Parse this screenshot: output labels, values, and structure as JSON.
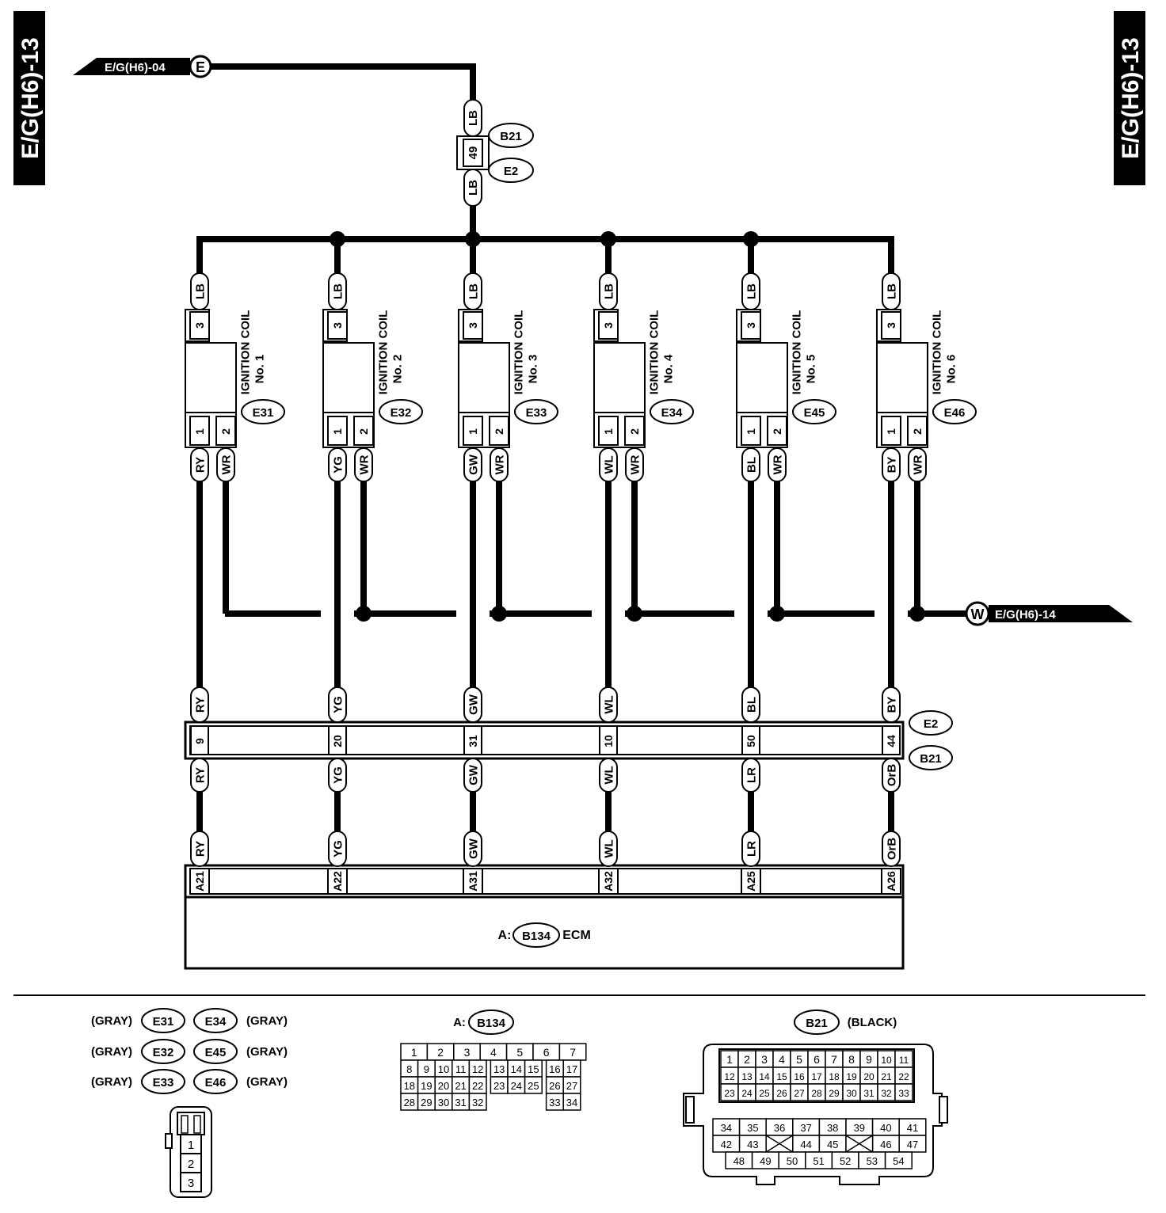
{
  "page_label": "E/G(H6)-13",
  "inputs": {
    "from_ref": "E/G(H6)-04",
    "from_symbol": "E",
    "to_ref": "E/G(H6)-14",
    "to_symbol": "W"
  },
  "feed": {
    "color_top": "LB",
    "pin": "49",
    "color_bottom": "LB",
    "connector_1": "B21",
    "connector_2": "E2"
  },
  "coils": [
    {
      "title": "IGNITION COIL",
      "number": "No. 1",
      "connector": "E31",
      "supply_color": "LB",
      "supply_pin": "3",
      "pin1": "1",
      "pin2": "2",
      "signal_color": "RY",
      "ground_color": "WR"
    },
    {
      "title": "IGNITION COIL",
      "number": "No. 2",
      "connector": "E32",
      "supply_color": "LB",
      "supply_pin": "3",
      "pin1": "1",
      "pin2": "2",
      "signal_color": "YG",
      "ground_color": "WR"
    },
    {
      "title": "IGNITION COIL",
      "number": "No. 3",
      "connector": "E33",
      "supply_color": "LB",
      "supply_pin": "3",
      "pin1": "1",
      "pin2": "2",
      "signal_color": "GW",
      "ground_color": "WR"
    },
    {
      "title": "IGNITION COIL",
      "number": "No. 4",
      "connector": "E34",
      "supply_color": "LB",
      "supply_pin": "3",
      "pin1": "1",
      "pin2": "2",
      "signal_color": "WL",
      "ground_color": "WR"
    },
    {
      "title": "IGNITION COIL",
      "number": "No. 5",
      "connector": "E45",
      "supply_color": "LB",
      "supply_pin": "3",
      "pin1": "1",
      "pin2": "2",
      "signal_color": "BL",
      "ground_color": "WR"
    },
    {
      "title": "IGNITION COIL",
      "number": "No. 6",
      "connector": "E46",
      "supply_color": "LB",
      "supply_pin": "3",
      "pin1": "1",
      "pin2": "2",
      "signal_color": "BY",
      "ground_color": "WR"
    }
  ],
  "junction": {
    "connector_1": "E2",
    "connector_2": "B21",
    "lines": [
      {
        "top_color": "RY",
        "pin": "9",
        "bottom_color": "RY"
      },
      {
        "top_color": "YG",
        "pin": "20",
        "bottom_color": "YG"
      },
      {
        "top_color": "GW",
        "pin": "31",
        "bottom_color": "GW"
      },
      {
        "top_color": "WL",
        "pin": "10",
        "bottom_color": "WL"
      },
      {
        "top_color": "BL",
        "pin": "50",
        "bottom_color": "LR"
      },
      {
        "top_color": "BY",
        "pin": "44",
        "bottom_color": "OrB"
      }
    ]
  },
  "ecm": {
    "prefix": "A:",
    "connector": "B134",
    "name": "ECM",
    "pins": [
      {
        "color": "RY",
        "pin": "A21"
      },
      {
        "color": "YG",
        "pin": "A22"
      },
      {
        "color": "GW",
        "pin": "A31"
      },
      {
        "color": "WL",
        "pin": "A32"
      },
      {
        "color": "LR",
        "pin": "A25"
      },
      {
        "color": "OrB",
        "pin": "A26"
      }
    ]
  },
  "legend": {
    "coil_connectors": [
      {
        "left_note": "(GRAY)",
        "left": "E31",
        "right": "E34",
        "right_note": "(GRAY)"
      },
      {
        "left_note": "(GRAY)",
        "left": "E32",
        "right": "E45",
        "right_note": "(GRAY)"
      },
      {
        "left_note": "(GRAY)",
        "left": "E33",
        "right": "E46",
        "right_note": "(GRAY)"
      }
    ],
    "coil_pins": [
      "1",
      "2",
      "3"
    ],
    "b134": {
      "prefix": "A:",
      "connector": "B134",
      "rows": [
        [
          "1",
          "2",
          "3",
          "4",
          "5",
          "6",
          "7"
        ],
        [
          "8",
          "9",
          "10",
          "11",
          "12",
          "13",
          "14",
          "15",
          "16",
          "17"
        ],
        [
          "18",
          "19",
          "20",
          "21",
          "22",
          "23",
          "24",
          "25",
          "26",
          "27"
        ],
        [
          "28",
          "29",
          "30",
          "31",
          "32",
          "33",
          "34"
        ]
      ]
    },
    "b21": {
      "connector": "B21",
      "note": "(BLACK)",
      "rows": [
        [
          "1",
          "2",
          "3",
          "4",
          "5",
          "6",
          "7",
          "8",
          "9",
          "10",
          "11"
        ],
        [
          "12",
          "13",
          "14",
          "15",
          "16",
          "17",
          "18",
          "19",
          "20",
          "21",
          "22"
        ],
        [
          "23",
          "24",
          "25",
          "26",
          "27",
          "28",
          "29",
          "30",
          "31",
          "32",
          "33"
        ],
        [
          "34",
          "35",
          "36",
          "37",
          "38",
          "39",
          "40",
          "41"
        ],
        [
          "42",
          "43",
          "44",
          "45",
          "46",
          "47"
        ],
        [
          "48",
          "49",
          "50",
          "51",
          "52",
          "53",
          "54"
        ]
      ]
    }
  }
}
